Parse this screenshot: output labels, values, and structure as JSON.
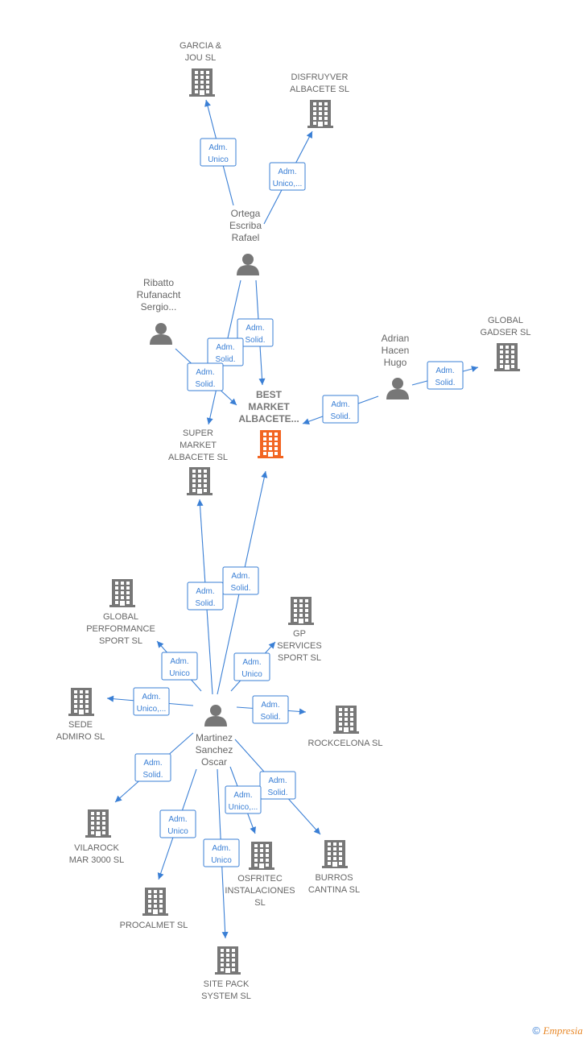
{
  "colors": {
    "edge": "#3a7fd5",
    "company": "#777777",
    "center_company": "#f26522",
    "person": "#777777"
  },
  "nodes": [
    {
      "id": "garcia",
      "type": "company",
      "label": [
        "GARCIA &",
        "JOU  SL"
      ]
    },
    {
      "id": "disfruyver",
      "type": "company",
      "label": [
        "DISFRUYVER",
        "ALBACETE SL"
      ]
    },
    {
      "id": "ortega",
      "type": "person",
      "label": [
        "Ortega",
        "Escriba",
        "Rafael"
      ]
    },
    {
      "id": "ribatto",
      "type": "person",
      "label": [
        "Ribatto",
        "Rufanacht",
        "Sergio..."
      ]
    },
    {
      "id": "adrian",
      "type": "person",
      "label": [
        "Adrian",
        "Hacen",
        "Hugo"
      ]
    },
    {
      "id": "gadser",
      "type": "company",
      "label": [
        "GLOBAL",
        "GADSER  SL"
      ]
    },
    {
      "id": "best",
      "type": "company",
      "center": true,
      "label": [
        "BEST",
        "MARKET",
        "ALBACETE..."
      ]
    },
    {
      "id": "super",
      "type": "company",
      "label": [
        "SUPER",
        "MARKET",
        "ALBACETE  SL"
      ]
    },
    {
      "id": "globalperf",
      "type": "company",
      "label": [
        "GLOBAL",
        "PERFORMANCE",
        "SPORT SL"
      ]
    },
    {
      "id": "gpservices",
      "type": "company",
      "label": [
        "GP",
        "SERVICES",
        "SPORT  SL"
      ]
    },
    {
      "id": "sede",
      "type": "company",
      "label": [
        "SEDE",
        "ADMIRO  SL"
      ]
    },
    {
      "id": "martinez",
      "type": "person",
      "label": [
        "Martinez",
        "Sanchez",
        "Oscar"
      ]
    },
    {
      "id": "rockcelona",
      "type": "company",
      "label": [
        "ROCKCELONA SL"
      ]
    },
    {
      "id": "vilarock",
      "type": "company",
      "label": [
        "VILAROCK",
        "MAR 3000  SL"
      ]
    },
    {
      "id": "osfritec",
      "type": "company",
      "label": [
        "OSFRITEC",
        "INSTALACIONES",
        "SL"
      ]
    },
    {
      "id": "burros",
      "type": "company",
      "label": [
        "BURROS",
        "CANTINA SL"
      ]
    },
    {
      "id": "procalmet",
      "type": "company",
      "label": [
        "PROCALMET SL"
      ]
    },
    {
      "id": "sitepack",
      "type": "company",
      "label": [
        "SITE PACK",
        "SYSTEM SL"
      ]
    }
  ],
  "edges": [
    {
      "from": "ortega",
      "to": "garcia",
      "label": [
        "Adm.",
        "Unico"
      ]
    },
    {
      "from": "ortega",
      "to": "disfruyver",
      "label": [
        "Adm.",
        "Unico,..."
      ]
    },
    {
      "from": "ortega",
      "to": "best",
      "label": [
        "Adm.",
        "Solid."
      ]
    },
    {
      "from": "ortega",
      "to": "super",
      "label": [
        "Adm.",
        "Solid."
      ]
    },
    {
      "from": "ribatto",
      "to": "best",
      "label": [
        "Adm.",
        "Solid."
      ]
    },
    {
      "from": "adrian",
      "to": "best",
      "label": [
        "Adm.",
        "Solid."
      ]
    },
    {
      "from": "adrian",
      "to": "gadser",
      "label": [
        "Adm.",
        "Solid."
      ]
    },
    {
      "from": "martinez",
      "to": "super",
      "label": [
        "Adm.",
        "Solid."
      ]
    },
    {
      "from": "martinez",
      "to": "best",
      "label": [
        "Adm.",
        "Solid."
      ]
    },
    {
      "from": "martinez",
      "to": "globalperf",
      "label": [
        "Adm.",
        "Unico"
      ]
    },
    {
      "from": "martinez",
      "to": "gpservices",
      "label": [
        "Adm.",
        "Unico"
      ]
    },
    {
      "from": "martinez",
      "to": "sede",
      "label": [
        "Adm.",
        "Unico,..."
      ]
    },
    {
      "from": "martinez",
      "to": "rockcelona",
      "label": [
        "Adm.",
        "Solid."
      ]
    },
    {
      "from": "martinez",
      "to": "vilarock",
      "label": [
        "Adm.",
        "Solid."
      ]
    },
    {
      "from": "martinez",
      "to": "burros",
      "label": [
        "Adm.",
        "Solid."
      ]
    },
    {
      "from": "martinez",
      "to": "osfritec",
      "label": [
        "Adm.",
        "Unico,..."
      ]
    },
    {
      "from": "martinez",
      "to": "procalmet",
      "label": [
        "Adm.",
        "Unico"
      ]
    },
    {
      "from": "martinez",
      "to": "sitepack",
      "label": [
        "Adm.",
        "Unico"
      ]
    }
  ],
  "copyright": {
    "symbol": "©",
    "brand": "Empresia"
  }
}
